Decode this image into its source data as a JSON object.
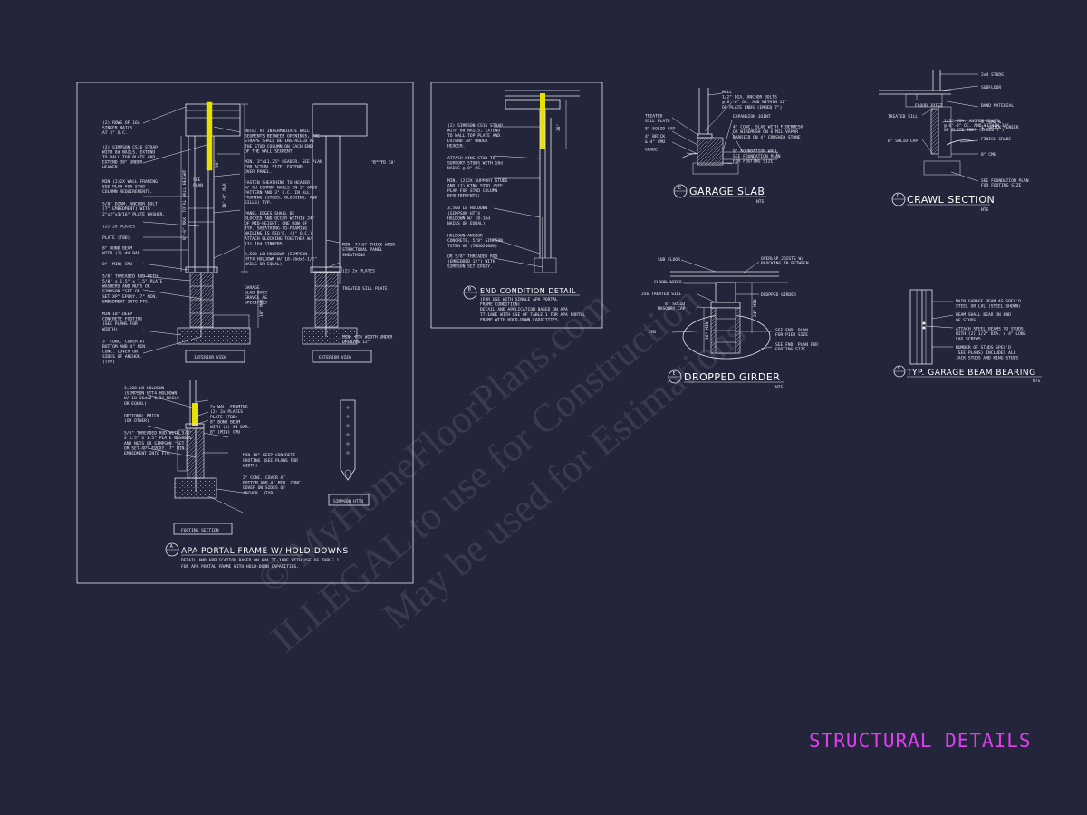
{
  "sheet_title": "STRUCTURAL DETAILS",
  "watermark": {
    "line1": "© MyHomeFloorPlans.com",
    "line2": "ILLEGAL to use for Construction",
    "line3": "May be used for Estimations"
  },
  "detail_a": {
    "letter": "A",
    "title": "APA PORTAL FRAME W/ HOLD-DOWNS",
    "note1": "DETAIL AND APPLICATION BASED ON APA TT-100E WITH USE OF TABLE 1",
    "note2": "FOR APA PORTAL FRAME WITH HOLD-DOWN CAPACITIES.",
    "interior_view": "INTERIOR VIEW",
    "exterior_view": "EXTERIOR VIEW",
    "footing_section": "FOOTING SECTION",
    "simpson": "SIMPSON HTT4",
    "left_labels": [
      "(2) ROWS OF 16d",
      "SINKER NAILS",
      "AT 3\" O.C.",
      "(2) SIMPSON CS16 STRAP",
      "WITH 8d NAILS. EXTEND",
      "TO WALL TOP PLATE AND",
      "EXTEND 38\" UNDER",
      "HEADER.",
      "MIN (2)2X WALL FRAMING.",
      "SEE PLAN FOR STUD",
      "COLUMN REQUIREMENTS.",
      "5/8\" DIAM. ANCHOR BOLT",
      "(7\" EMBEDMENT) WITH",
      "2\"x2\"x3/16\" PLATE WASHER.",
      "(2) 2x PLATES",
      "PLATE (TBD)",
      "8\" BOND BEAM",
      "WITH (1) #4 BAR.",
      "8\" (MIN) CMU",
      "5/8\" THREADED ROD WITH",
      "5/8\" x 1.5\" x 1.5\" PLATE",
      "WASHERS AND NUTS OR",
      "SIMPSON \"SET OR",
      "SET-XP\" EPOXY. 7\" MIN.",
      "EMBEDMENT INTO FTG.",
      "MIN 18\" DEEP",
      "CONCRETE FOOTING",
      "(SEE PLANS FOR",
      "WIDTH)",
      "3\" CONC. COVER AT",
      "BOTTOM AND 4\" MIN",
      "CONC. COVER ON",
      "SIDES OF ANCHOR.",
      "(TYP)"
    ],
    "mid_labels": [
      "NOTE: AT INTERMEDIATE WALL",
      "SEGMENTS BETWEEN OPENINGS, THE",
      "STRAPS SHALL BE INSTALLED AT",
      "THE STUD COLUMN ON EACH END",
      "OF THE WALL SEGMENT.",
      "MIN. 3\"x11.25\" HEADER. SEE PLAN",
      "FOR ACTUAL SIZE. EXTEND",
      "OVER PANEL.",
      "FASTEN SHEATHING TO HEADER",
      "W/ 8d COMMON NAILS IN 3\" GRID",
      "PATTERN AND 3\" O.C. IN ALL",
      "FRAMING (STUDS, BLOCKING, AND",
      "SILLS) TYP.",
      "PANEL EDGES SHALL BE",
      "BLOCKED AND OCCUR WITHIN 24\"",
      "OF MID-HEIGHT. ONE ROW OF",
      "TYP. SHEATHING-TO-FRAMING",
      "NAILING IS REQ'D. (3\" O.C.)",
      "ATTACH BLOCKING TOGETHER W/",
      "(3) 16d SINKERS.",
      "3,500 LB HOLDOWN (SIMPSON",
      "HTT4 HOLDOWN W/ 18-16dx2-1/2\"",
      "NAILS OR EQUAL)",
      "GARAGE",
      "SLAB OVER",
      "GRAVEL AS",
      "SPECIFIED"
    ],
    "right_labels": [
      "6' TO 18'",
      "MIN. 7/16\" THICK WOOD",
      "STRUCTURAL PANEL",
      "SHEATHING",
      "(2) 2x PLATES",
      "TREATED SILL PLATE",
      "MIN. FTG WIDTH UNDER",
      "OPENING 12\""
    ],
    "footing_labels": [
      "3,500 LB HOLDOWN",
      "(SIMPSON HTT4 HOLDOWN",
      "W/ 18-16dx2-1/2\" NAILS",
      "OR EQUAL)",
      "OPTIONAL BRICK",
      "(OR OTHER)",
      "5/8\" THREADED ROD WITH 5/8\"",
      "x 1.5\" x 1.5\" PLATE WASHERS",
      "AND NUTS OR SIMPSON \"SET",
      "OR SET-XP\" EPOXY. 7\" MIN.",
      "EMBEDMENT INTO FTG.",
      "2x WALL FRAMING",
      "(2) 2x PLATES",
      "PLATE (TBD)",
      "8\" BOND BEAM",
      "WITH (1) #4 BAR.",
      "8\" (MIN) CMU",
      "MIN 18\" DEEP CONCRETE",
      "FOOTING (SEE PLANS FOR",
      "WIDTH)",
      "3\" CONC. COVER AT",
      "BOTTOM AND 4\" MIN. CONC.",
      "COVER ON SIDES OF",
      "ANCHOR. (TYP)"
    ],
    "dims": [
      "MIN",
      "8'-0\" MAX. TOTAL WALL HEIGHT",
      "10'-0\" MAX",
      "PLAN",
      "10\" MAX",
      "38\"",
      "SEE"
    ]
  },
  "detail_b": {
    "letter": "B",
    "title": "END CONDITION DETAIL",
    "notes": [
      "(FOR USE WITH SINGLE APA PORTAL",
      "FRAME CONDITION)",
      "DETAIL AND APPLICATION BASED ON APA",
      "TT-100E WITH USE OF TABLE 1 FOR APA PORTAL",
      "FRAME WITH HOLD-DOWN CAPACITIES."
    ],
    "labels": [
      "(2) SIMPSON CS16 STRAP",
      "WITH 8d NAILS, EXTEND",
      "TO WALL TOP PLATE AND",
      "EXTEND 38\" UNDER",
      "HEADER.",
      "ATTACH KING STUD TO",
      "SUPPORT STUDS WITH 10d",
      "NAILS @ 8\" OC.",
      "MIN. (2)2X SUPPORT STUDS",
      "AND (1) KING STUD (SEE",
      "PLAN FOR STUD COLUMN",
      "REQUIREMENTS).",
      "3,500 LB HOLDOWN",
      "(SIMPSON HTT4",
      "HOLDOWN W/ 18-16d",
      "NAILS OR EQUAL)",
      "HOLDOWN ANCHOR",
      "CONCRETE, 5/8\" SIMPSON",
      "TITEN HD (THD62600H)",
      "OR 5/8\" THREADED ROD",
      "(EMBEDDED 12\") WITH",
      "SIMPSON SET EPOXY."
    ],
    "dim": "38\""
  },
  "detail_c": {
    "letter": "C",
    "title": "GARAGE SLAB",
    "scale": "NTS",
    "labels": [
      "WALL",
      "1/2\" DIA. ANCHOR BOLTS",
      "@ 6'-0\" OC. AND WITHIN 12\"",
      "OF PLATE ENDS (EMBED 7\")",
      "TREATED",
      "SILL PLATE",
      "8\" SOLID CAP",
      "4\" BRICK",
      "& 4\" CMU",
      "GRADE",
      "EXPANSION JOINT",
      "4\" CONC. SLAB WITH FIBERMESH",
      "OR WIREMESH ON 6 MIL VAPOR",
      "BARRIER ON 4\" CRUSHED STONE",
      "8\" FOUNDATION WALL",
      "SEE FOUNDATION PLAN",
      "FOR FOOTING SIZE"
    ]
  },
  "detail_d": {
    "letter": "D",
    "title": "CRAWL SECTION",
    "scale": "NTS",
    "labels": [
      "2x4 STUDS",
      "SUBFLOOR",
      "FLOOR JOIST",
      "BAND MATERIAL",
      "TREATED SILL",
      "1/2\" DIA. ANCHOR BOLTS",
      "@ 6'-0\" OC. AND WITHIN 12\"",
      "OF PLATE ENDS (EMBED 7\")",
      "8\" SOLID CAP",
      "4\" CMU &",
      "4\" BRICK VENEER",
      "FINISH GRADE",
      "8\" CMU",
      "SEE FOUNDATION PLAN",
      "FOR FOOTING SIZE"
    ]
  },
  "detail_e1": {
    "letter": "E",
    "title": "DROPPED GIRDER",
    "scale": "NTS",
    "labels": [
      "SUB FLOOR",
      "OVERLAP JOISTS W/",
      "BLOCKING IN BETWEEN",
      "FLOOR JOIST",
      "2x6 TREATED SILL",
      "DROPPED GIRDER",
      "8\" SOLID",
      "MASONRY CAP",
      "CMU",
      "SEE FND. PLAN",
      "FOR PIER SIZE",
      "SEE FND. PLAN FOR",
      "FOOTING SIZE",
      "24\" MIN",
      "16\" MIN"
    ]
  },
  "detail_e2": {
    "letter": "E",
    "title": "TYP. GARAGE BEAM BEARING",
    "scale": "NTS",
    "labels": [
      "MAIN GARAGE BEAM AS SPEC'D",
      "STEEL OR LVL (STEEL SHOWN)",
      "BEAM SHALL BEAR ON END",
      "OF STUDS",
      "ATTACH STEEL BEAMS TO STUDS",
      "WITH (2) 1/2\" DIA. x 4\" LONG",
      "LAG SCREWS",
      "NUMBER OF STUDS SPEC'D",
      "(SEE PLANS) INCLUDES ALL",
      "JACK STUDS AND KING STUDS"
    ]
  }
}
